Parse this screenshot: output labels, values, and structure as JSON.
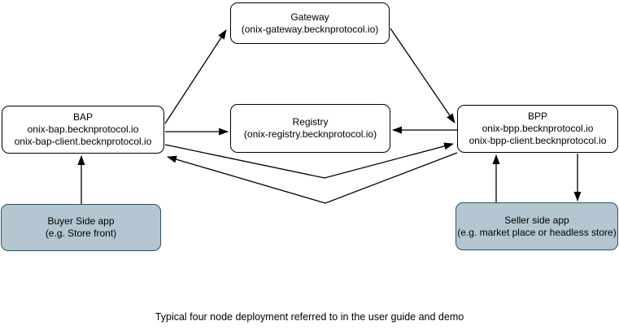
{
  "diagram": {
    "caption": "Typical four node deployment referred to in the user guide and demo",
    "colors": {
      "background": "#ffffff",
      "node_fill": "#ffffff",
      "node_border": "#000000",
      "app_fill": "#b3c6d1",
      "app_border": "#32515f",
      "arrow": "#000000"
    },
    "nodes": {
      "gateway": {
        "lines": [
          "Gateway",
          "(onix-gateway.becknprotocol.io)"
        ]
      },
      "bap": {
        "lines": [
          "BAP",
          "onix-bap.becknprotocol.io",
          "onix-bap-client.becknprotocol.io"
        ]
      },
      "registry": {
        "lines": [
          "Registry",
          "(onix-registry.becknprotocol.io)"
        ]
      },
      "bpp": {
        "lines": [
          "BPP",
          "onix-bpp.becknprotocol.io",
          "onix-bpp-client.becknprotocol.io"
        ]
      },
      "buyer_app": {
        "lines": [
          "Buyer Side app",
          "(e.g. Store front)"
        ]
      },
      "seller_app": {
        "lines": [
          "Seller side app",
          "(e.g. market place or headless store)"
        ]
      }
    },
    "connections": [
      {
        "from": "BAP",
        "to": "Gateway",
        "arrowhead_at": "Gateway"
      },
      {
        "from": "Gateway",
        "to": "BPP",
        "arrowhead_at": "BPP"
      },
      {
        "from": "BAP",
        "to": "Registry",
        "arrowhead_at": "Registry"
      },
      {
        "from": "BPP",
        "to": "Registry",
        "arrowhead_at": "Registry"
      },
      {
        "from": "BAP",
        "to": "BPP",
        "arrowhead_at": "BPP"
      },
      {
        "from": "BPP",
        "to": "BAP",
        "arrowhead_at": "BAP"
      },
      {
        "from": "Buyer Side app",
        "to": "BAP",
        "arrowhead_at": "BAP"
      },
      {
        "from": "Seller side app",
        "to": "BPP",
        "arrowhead_at": "BPP"
      },
      {
        "from": "BPP",
        "to": "Seller side app",
        "arrowhead_at": "Seller side app"
      }
    ]
  }
}
